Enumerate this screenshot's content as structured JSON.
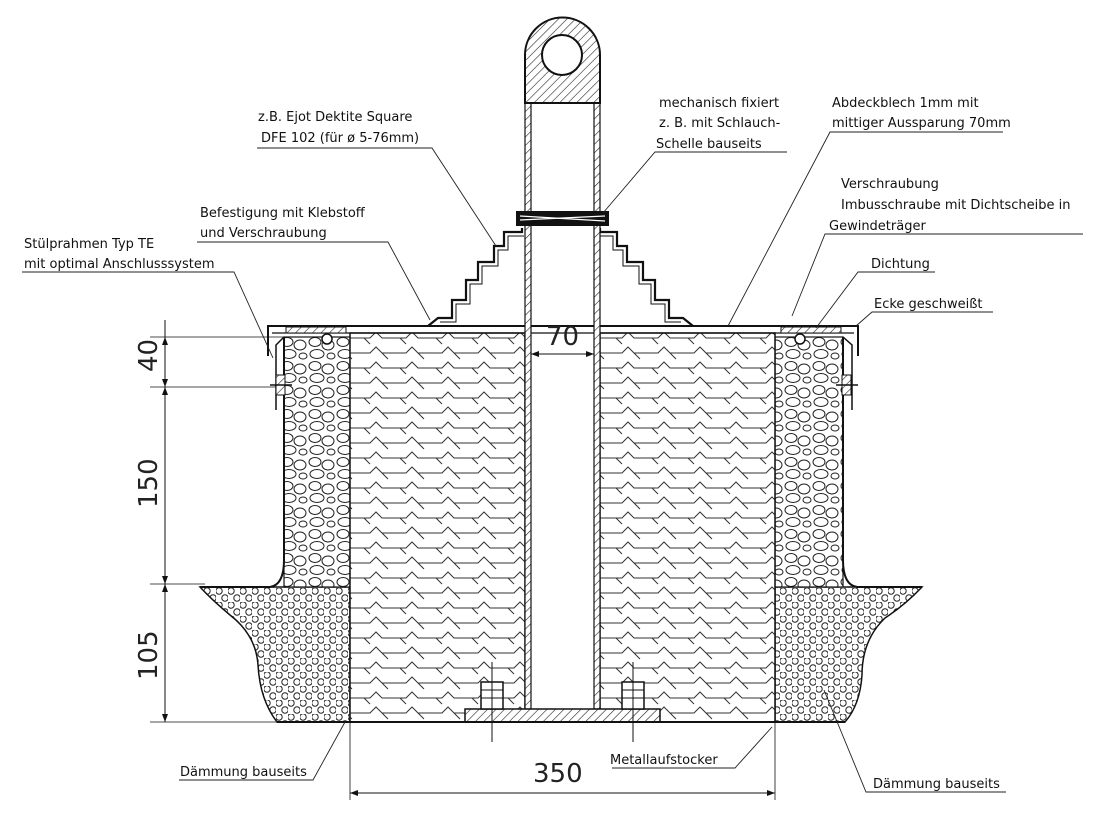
{
  "labels": {
    "ejot_1": "z.B. Ejot Dektite Square",
    "ejot_2": "DFE 102 (für ø 5-76mm)",
    "mech_1": "mechanisch fixiert",
    "mech_2": "z. B. mit Schlauch-",
    "mech_3": "Schelle bauseits",
    "abdeck_1": "Abdeckblech 1mm mit",
    "abdeck_2": "mittiger Aussparung 70mm",
    "befest_1": "Befestigung mit Klebstoff",
    "befest_2": "und Verschraubung",
    "verschr_1": "Verschraubung",
    "verschr_2": "Imbusschraube mit Dichtscheibe in",
    "verschr_3": "Gewindeträger",
    "stulp_1": "Stülprahmen Typ TE",
    "stulp_2": "mit optimal Anschlusssystem",
    "dichtung": "Dichtung",
    "ecke": "Ecke geschweißt",
    "daemmung_left": "Dämmung bauseits",
    "daemmung_right": "Dämmung bauseits",
    "metall": "Metallaufstocker"
  },
  "dimensions": {
    "d70": "70",
    "d40": "40",
    "d150": "150",
    "d105": "105",
    "d350": "350"
  }
}
